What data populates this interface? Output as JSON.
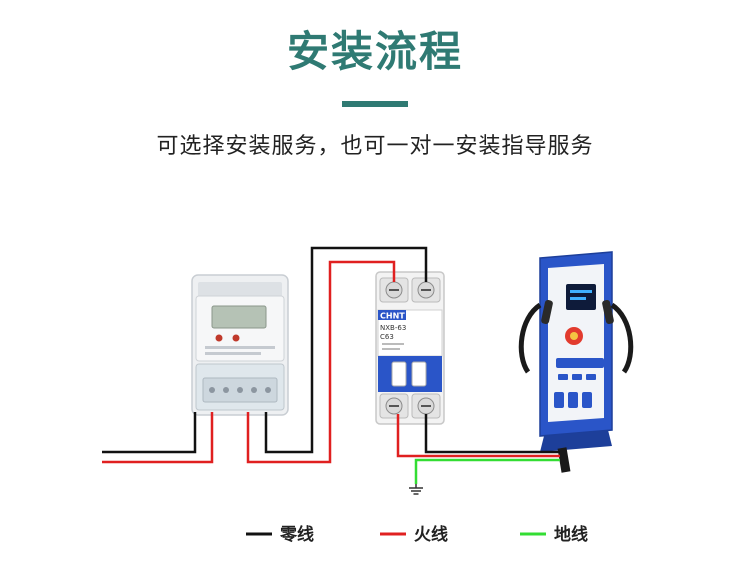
{
  "header": {
    "title": "安装流程",
    "subtitle": "可选择安装服务，也可一对一安装指导服务"
  },
  "breaker": {
    "brand": "CHNT",
    "model": "NXB-63",
    "rating": "C63"
  },
  "legend": [
    {
      "label": "零线",
      "color": "#111111"
    },
    {
      "label": "火线",
      "color": "#e02020"
    },
    {
      "label": "地线",
      "color": "#33dd33"
    }
  ],
  "colors": {
    "accent": "#2f7a73",
    "neutral_wire": "#111111",
    "live_wire": "#e02020",
    "ground_wire": "#33dd33",
    "charger_blue": "#2a55c8"
  }
}
